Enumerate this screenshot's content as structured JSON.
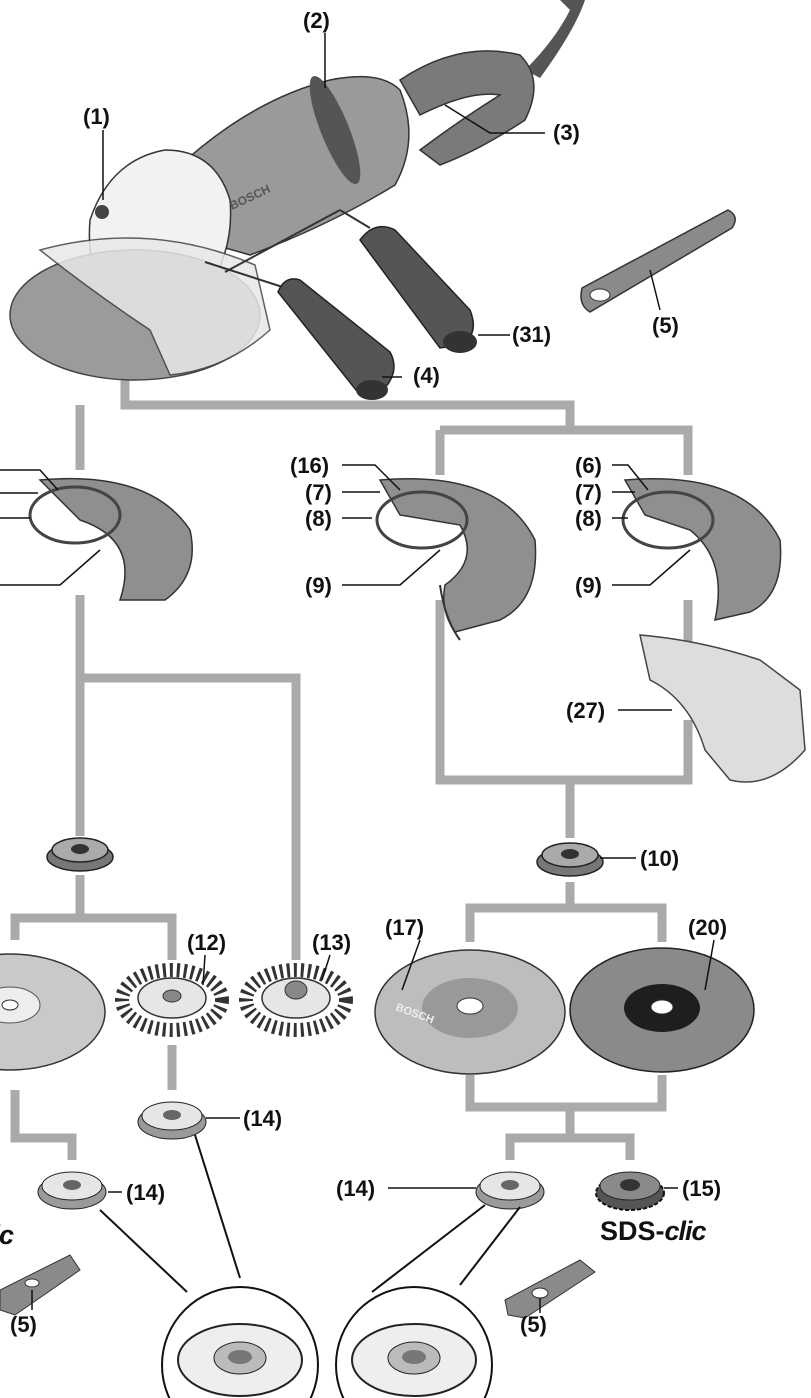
{
  "labels": {
    "l1": "(1)",
    "l2": "(2)",
    "l3": "(3)",
    "l4": "(4)",
    "l5_top": "(5)",
    "l31": "(31)",
    "l16": "(16)",
    "l7a": "(7)",
    "l8a": "(8)",
    "l9a": "(9)",
    "l6": "(6)",
    "l7b": "(7)",
    "l8b": "(8)",
    "l9b": "(9)",
    "l27": "(27)",
    "l10": "(10)",
    "l17": "(17)",
    "l20": "(20)",
    "l12": "(12)",
    "l13": "(13)",
    "l14a": "(14)",
    "l14b": "(14)",
    "l14c": "(14)",
    "l15": "(15)",
    "l5a": "(5)",
    "l5b": "(5)"
  },
  "sds_text": {
    "prefix": "SDS-",
    "suffix": "clic"
  },
  "disc_branding": {
    "brand": "BOSCH"
  },
  "colors": {
    "connector": "#aaaaaa",
    "part_gray": "#8f8f8f",
    "dark_gray": "#4a4a4a",
    "outline": "#222222"
  }
}
